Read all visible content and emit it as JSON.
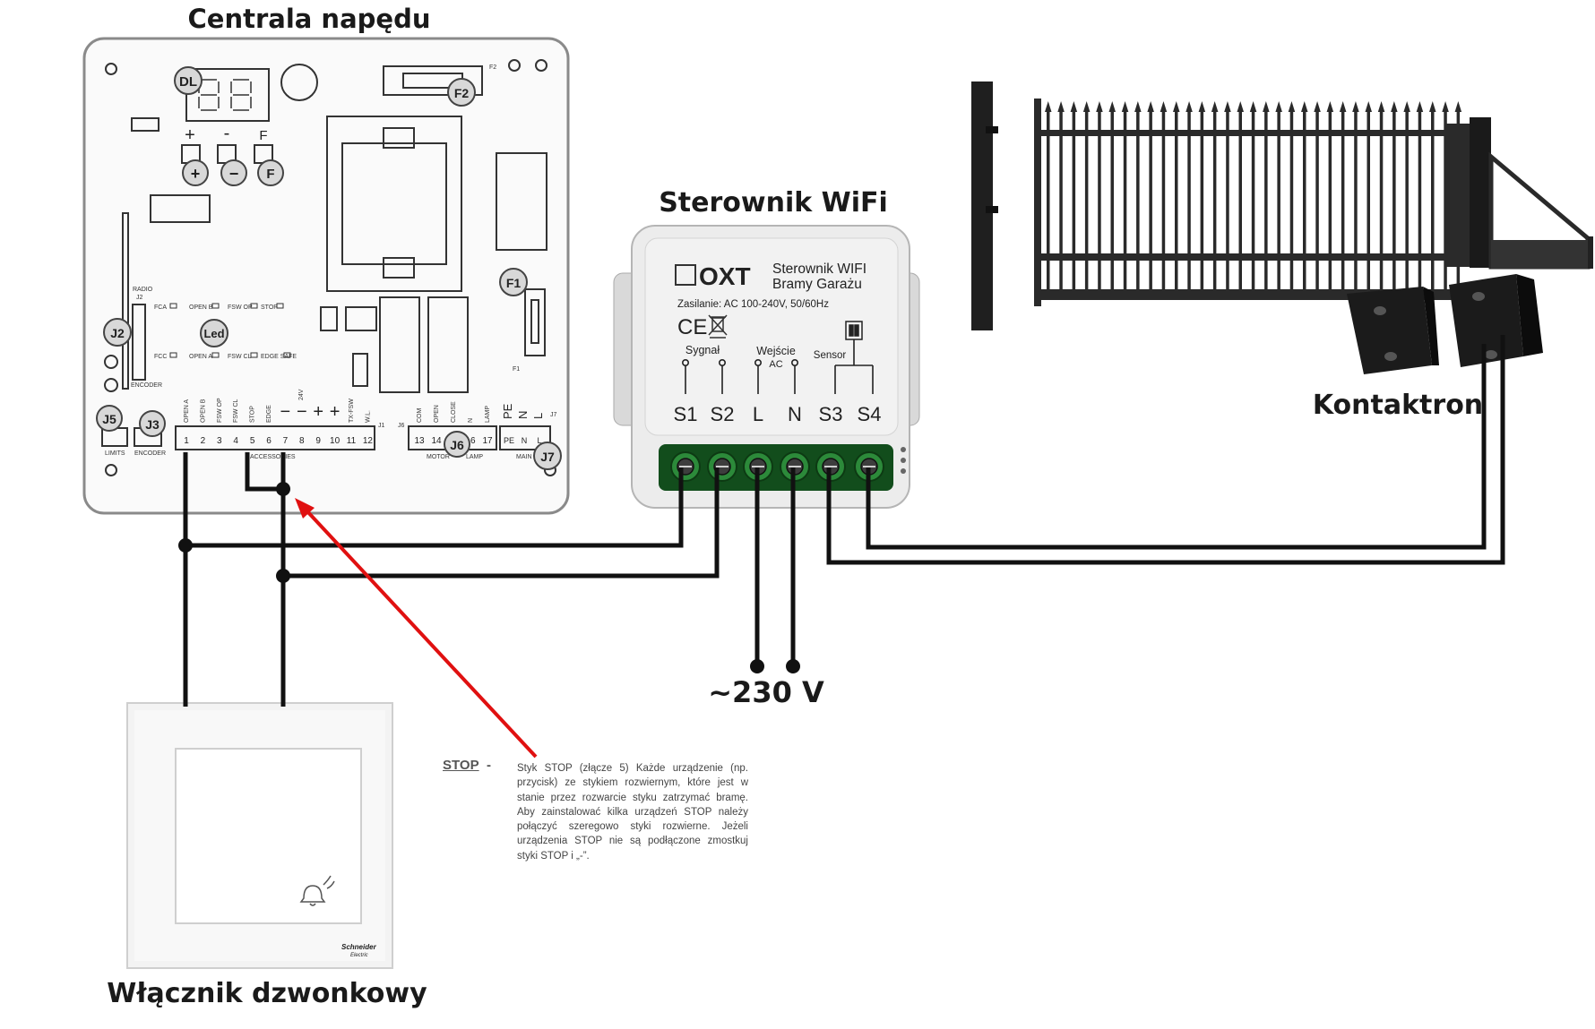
{
  "titles": {
    "controller": "Centrala napędu",
    "wifi": "Sterownik WiFi",
    "reed": "Kontaktron",
    "button": "Włącznik dzwonkowy",
    "mains": "~230 V"
  },
  "controller_board": {
    "callouts": {
      "dl": "DL",
      "f2": "F2",
      "f1": "F1",
      "j2": "J2",
      "led": "Led",
      "j5": "J5",
      "j3": "J3",
      "j6": "J6",
      "j7": "J7",
      "plus": "+",
      "minus": "−",
      "f": "F"
    },
    "small_labels": {
      "plus": "+",
      "minus": "-",
      "f": "F",
      "f2": "F2",
      "f1": "F1",
      "radio": "RADIO",
      "j2": "J2",
      "encoder": "ENCODER",
      "limits": "LIMITS",
      "accessories": "ACCESSORIES",
      "motor": "MOTOR",
      "lamp": "LAMP",
      "main": "MAIN",
      "j1": "J1",
      "j6": "J6",
      "j7": "J7"
    },
    "leds_top": [
      "FCA",
      "OPEN B",
      "FSW OP",
      "STOP"
    ],
    "leds_bottom": [
      "FCC",
      "OPEN A",
      "FSW CL",
      "EDGE SAFE"
    ],
    "terminal_funcs": [
      "OPEN A",
      "OPEN B",
      "FSW OP",
      "FSW CL",
      "STOP",
      "EDGE",
      "−",
      "−",
      "+",
      "+",
      "TX-FSW",
      "W.L."
    ],
    "terminal_numbers": [
      "1",
      "2",
      "3",
      "4",
      "5",
      "6",
      "7",
      "8",
      "9",
      "10",
      "11",
      "12"
    ],
    "volt_label": "24V",
    "motor_funcs": [
      "COM",
      "OPEN",
      "CLOSE",
      "N",
      "LAMP"
    ],
    "motor_numbers": [
      "13",
      "14",
      "15",
      "16",
      "17"
    ],
    "main_funcs": [
      "PE",
      "N",
      "L"
    ],
    "main_numbers": [
      "PE",
      "N",
      "L"
    ]
  },
  "wifi_module": {
    "brand": "OXT",
    "product_line1": "Sterownik WIFI",
    "product_line2": "Bramy Garażu",
    "supply": "Zasilanie: AC 100-240V, 50/60Hz",
    "ce_mark": "CE",
    "group_signal": "Sygnał",
    "group_input": "Wejście",
    "group_input_sub": "AC",
    "group_sensor": "Sensor",
    "terminals": [
      "S1",
      "S2",
      "L",
      "N",
      "S3",
      "S4"
    ]
  },
  "stop_note": {
    "key": "STOP",
    "dash": "-",
    "text": "Styk STOP (złącze 5) Każde urządzenie (np. przycisk) ze stykiem rozwiernym, które jest w stanie przez rozwarcie styku zatrzymać bramę. Aby zainstalować kilka urządzeń STOP należy połączyć szeregowo styki rozwierne. Jeżeli urządzenia STOP nie są podłączone zmostkuj styki STOP i „-”."
  },
  "button_brand": {
    "line1": "Schneider",
    "line2": "Electric"
  },
  "colors": {
    "arrow": "#e01010",
    "wire": "#111111",
    "module": "#ececec",
    "terminal": "#1f6b2a"
  }
}
